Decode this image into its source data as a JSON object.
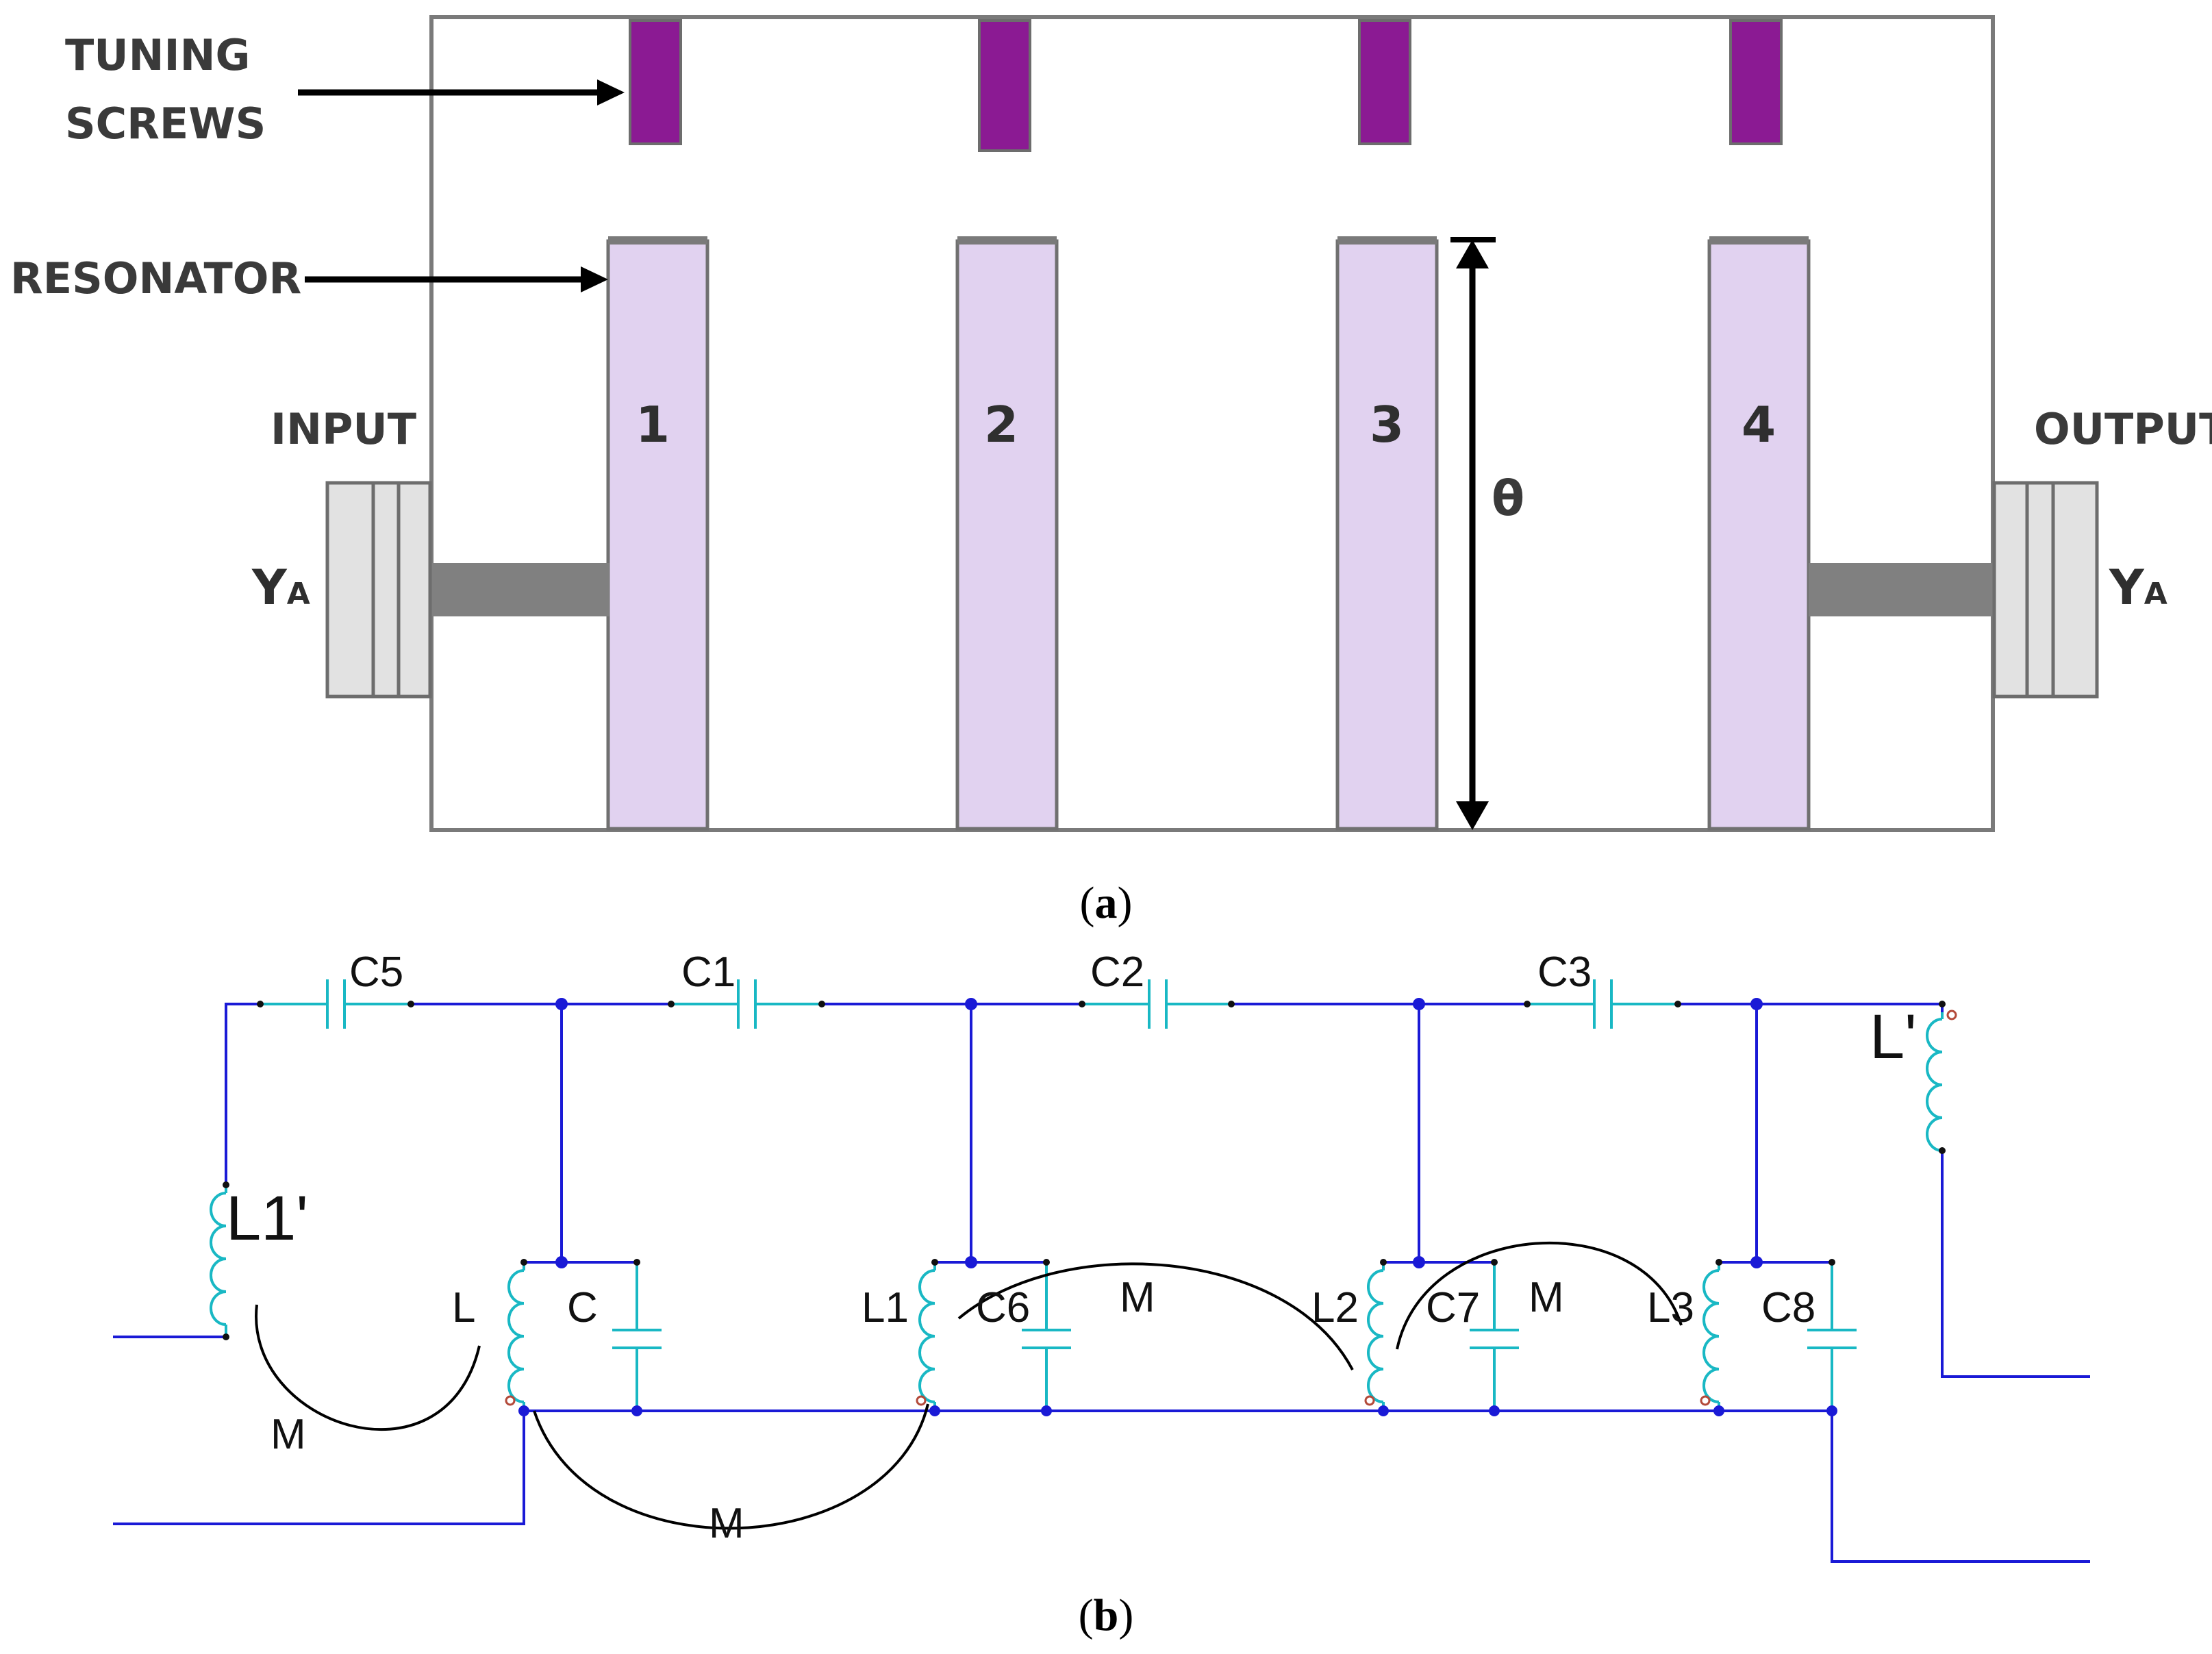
{
  "diagram_a": {
    "labels": {
      "tuning_line1": "TUNING",
      "tuning_line2": "SCREWS",
      "resonator": "RESONATOR",
      "input": "INPUT",
      "output": "OUTPUT",
      "ya_main": "Y",
      "ya_sub": "A",
      "theta": "θ"
    },
    "resonators": [
      "1",
      "2",
      "3",
      "4"
    ],
    "caption_open": "(",
    "caption_letter": "a",
    "caption_close": ")"
  },
  "diagram_b": {
    "series_capacitors": [
      "C5",
      "C1",
      "C2",
      "C3"
    ],
    "shunt_inductors": [
      "L",
      "L1",
      "L2",
      "L3"
    ],
    "shunt_capacitors": [
      "C",
      "C6",
      "C7",
      "C8"
    ],
    "coupling_inductors": [
      "L1'",
      "L'"
    ],
    "mutual_labels": [
      "M",
      "M",
      "M",
      "M"
    ],
    "caption_open": "(",
    "caption_letter": "b",
    "caption_close": ")"
  },
  "colors": {
    "screw": "#8b1a93",
    "resonator": "#e1d2f0",
    "resonator_cap": "#7a7a7a",
    "feed_line": "#808080",
    "connector": "#e2e2e2",
    "wire": "#1a1ad6",
    "component": "#19b8c4"
  }
}
